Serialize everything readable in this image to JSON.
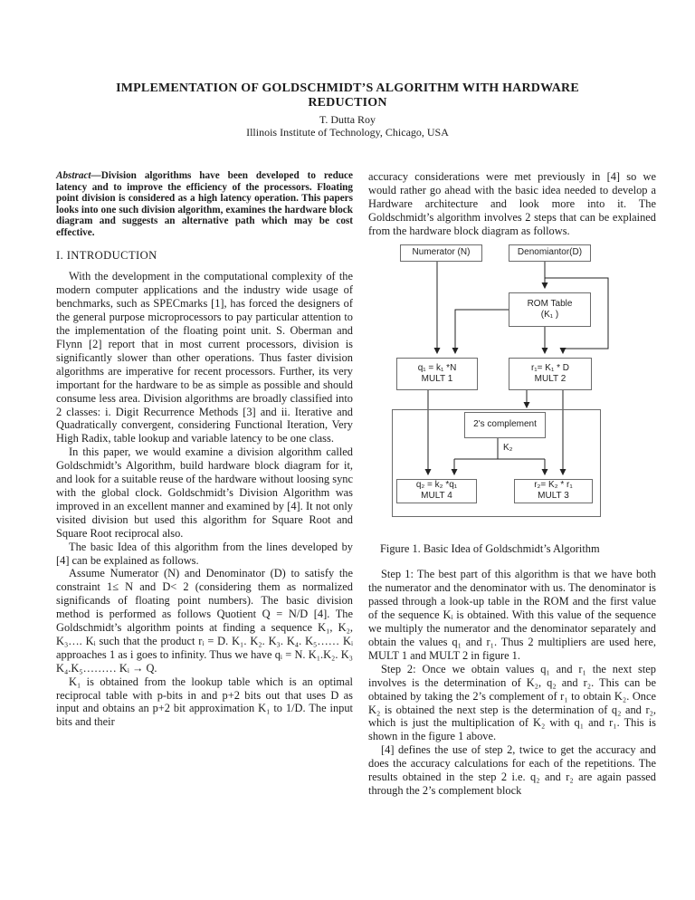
{
  "header": {
    "title_line1": "IMPLEMENTATION OF GOLDSCHMIDT’S ALGORITHM WITH HARDWARE",
    "title_line2": "REDUCTION",
    "author": "T. Dutta Roy",
    "affiliation": "Illinois Institute of Technology, Chicago, USA"
  },
  "left_column": {
    "abstract_label": "Abstract—",
    "abstract_text": "Division algorithms have been developed to reduce latency and to improve the efficiency of the processors. Floating point division is considered as a high latency operation.  This papers looks into one such division algorithm, examines the hardware block diagram and suggests an alternative path which may be cost effective.",
    "section_heading": "I.  INTRODUCTION",
    "paragraphs": [
      "With the development in the computational complexity of the modern computer applications and the industry wide usage of benchmarks, such as SPECmarks [1], has forced the designers of the general purpose microprocessors to pay particular attention to the implementation of the floating point unit. S. Oberman and Flynn [2] report that in most current processors, division is significantly slower than other operations. Thus faster division algorithms are imperative for recent processors.  Further, its very important for the hardware to be as simple as possible and should consume less area. Division algorithms are broadly classified into 2 classes: i. Digit Recurrence Methods [3] and ii. Iterative and Quadratically convergent, considering Functional Iteration, Very High Radix, table lookup and variable latency to be one class.",
      "In this paper, we would examine a division algorithm called Goldschmidt’s Algorithm, build hardware block diagram for it, and look for a suitable reuse of the hardware without loosing sync with the global clock. Goldschmidt’s Division Algorithm was improved in an excellent manner and examined by [4]. It not only visited division but used this algorithm for Square Root and Square Root reciprocal also.",
      "The basic Idea of this algorithm from the lines developed by [4] can be explained as follows.",
      "Assume Numerator (N) and Denominator (D) to satisfy the constraint 1≤ N and D< 2 (considering them as normalized significands of floating point numbers). The basic division method is performed as follows Quotient Q = N/D [4]. The Goldschmidt’s algorithm points at finding a sequence K₁, K₂, K₃…. Kᵢ such that the product rᵢ = D. K₁. K₂. K₃. K₄. K₅…… Kᵢ approaches 1 as i goes to infinity. Thus we have qᵢ = N. K₁.K₂. K₃ K₄.K₅……… Kᵢ → Q.",
      "K₁  is obtained from the lookup table which is an optimal reciprocal table with p-bits in and p+2 bits out that uses D as input and obtains an p+2 bit approximation K₁ to 1/D. The input bits and their"
    ]
  },
  "right_column": {
    "intro_paragraph": "accuracy considerations were met previously in [4] so we would rather go ahead with the basic idea needed to develop a Hardware architecture and look more into it. The Goldschmidt’s algorithm involves 2 steps that can be explained from the hardware block diagram as follows.",
    "figure": {
      "numerator_label": "Numerator (N)",
      "denominator_label": "Denomiantor(D)",
      "rom_line1": "ROM Table",
      "rom_line2": "(K₁ )",
      "mult1_line1": "q₁ = k₁ *N",
      "mult1_line2": "MULT 1",
      "mult2_line1": "r₁= K₁  * D",
      "mult2_line2": "MULT 2",
      "twos_complement_label": "2's complement",
      "k2_label": "K₂",
      "mult4_line1": "q₂ = k₂ *q₁",
      "mult4_line2": "MULT 4",
      "mult3_line1": "r₂= K₂  * r₁",
      "mult3_line2": "MULT 3",
      "caption": "Figure 1. Basic Idea of Goldschmidt’s Algorithm"
    },
    "paragraphs": [
      "Step 1: The best part of this algorithm is that we have both the numerator and the denominator with us. The denominator is passed through a look-up table in the ROM and the first value of the sequence Kᵢ is obtained. With this value of the sequence we multiply the numerator and the denominator separately and obtain the values q₁ and r₁. Thus 2 multipliers are used here, MULT 1 and MULT 2 in figure 1.",
      "Step 2: Once we obtain values q₁ and r₁ the next step involves is the determination of K₂, q₂ and r₂. This can be obtained by taking the 2’s complement of r₁ to obtain K₂. Once K₂ is obtained the next step is the determination of q₂ and r₂, which is just the multiplication of K₂ with q₁ and r₁. This is shown in the figure 1 above.",
      "[4] defines the use of step 2, twice to get the accuracy and does the accuracy calculations for each of the repetitions. The results obtained in the step 2 i.e. q₂ and r₂  are again passed through the 2’s complement block"
    ]
  }
}
